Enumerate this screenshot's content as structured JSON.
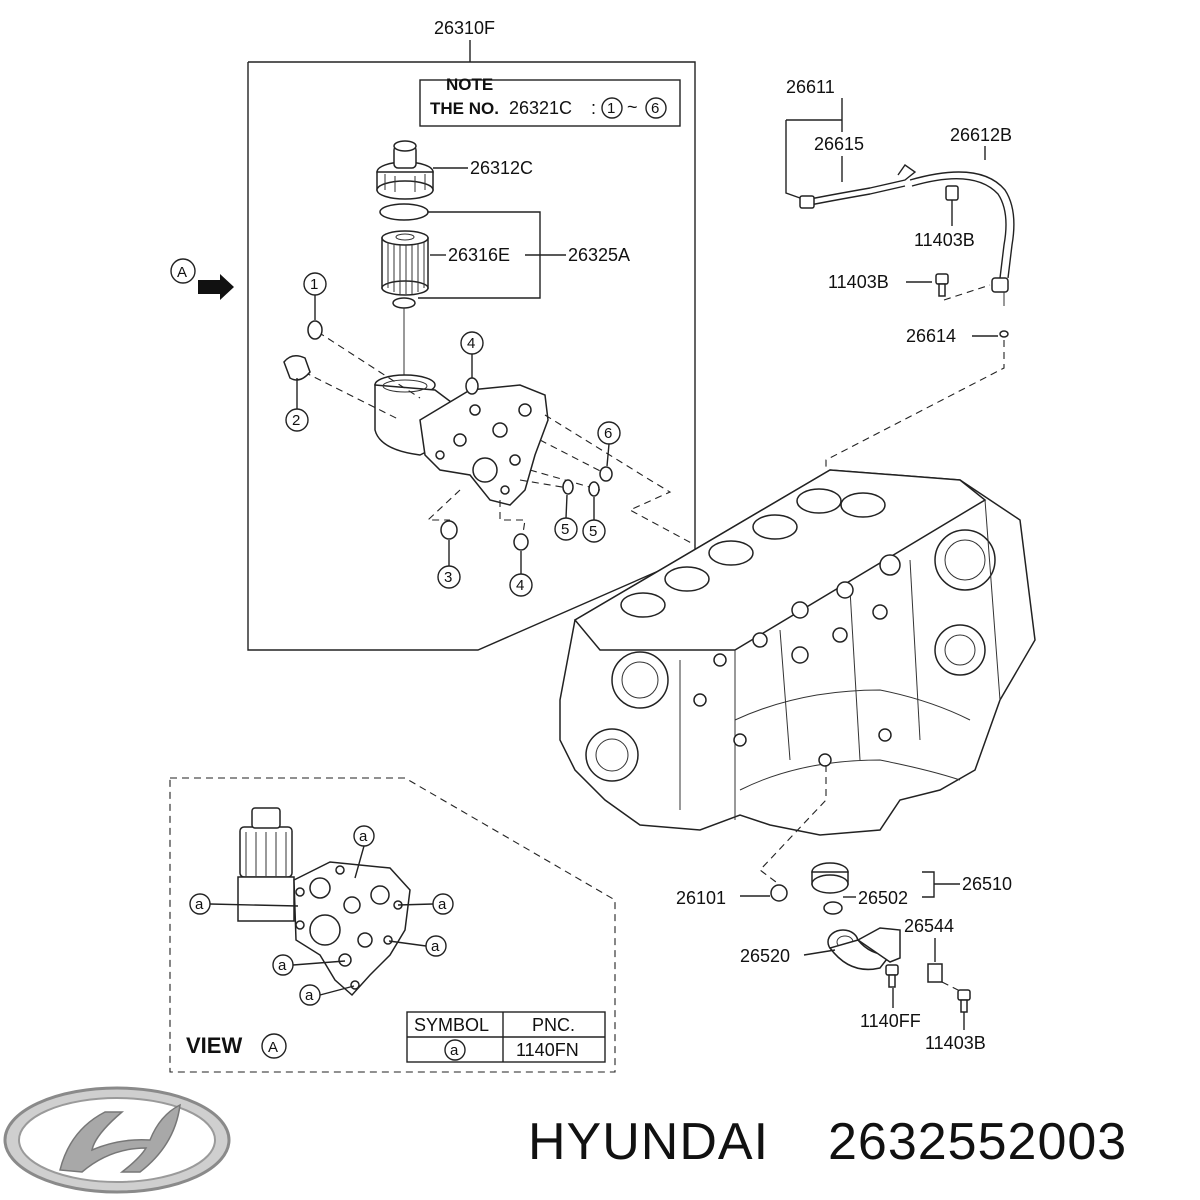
{
  "brand": "HYUNDAI",
  "part_number": "2632552003",
  "labels": {
    "assy": "26310F",
    "cap": "26312C",
    "element": "26316E",
    "kit": "26325A",
    "sensor_assy": "26611",
    "sensor": "26615",
    "tube": "26612B",
    "bolt_a": "11403B",
    "bolt_b": "11403B",
    "oring_b": "26614",
    "gasket": "26101",
    "filler_cap": "26510",
    "seal": "26502",
    "bracket": "26544",
    "filler_tube": "26520",
    "bolt_c": "1140FF",
    "bolt_d": "11403B"
  },
  "note": {
    "title": "NOTE",
    "prefix": "THE NO.",
    "number": "26321C",
    "colon": ":",
    "from": "1",
    "tilde": "~",
    "to": "6"
  },
  "callouts": [
    "1",
    "2",
    "3",
    "4",
    "4",
    "5",
    "5",
    "6"
  ],
  "view_marker": "A",
  "view": {
    "label": "VIEW",
    "marker": "A",
    "symbol_letter": "a"
  },
  "symbol_table": {
    "headers": [
      "SYMBOL",
      "PNC."
    ],
    "row": [
      "a",
      "1140FN"
    ]
  }
}
